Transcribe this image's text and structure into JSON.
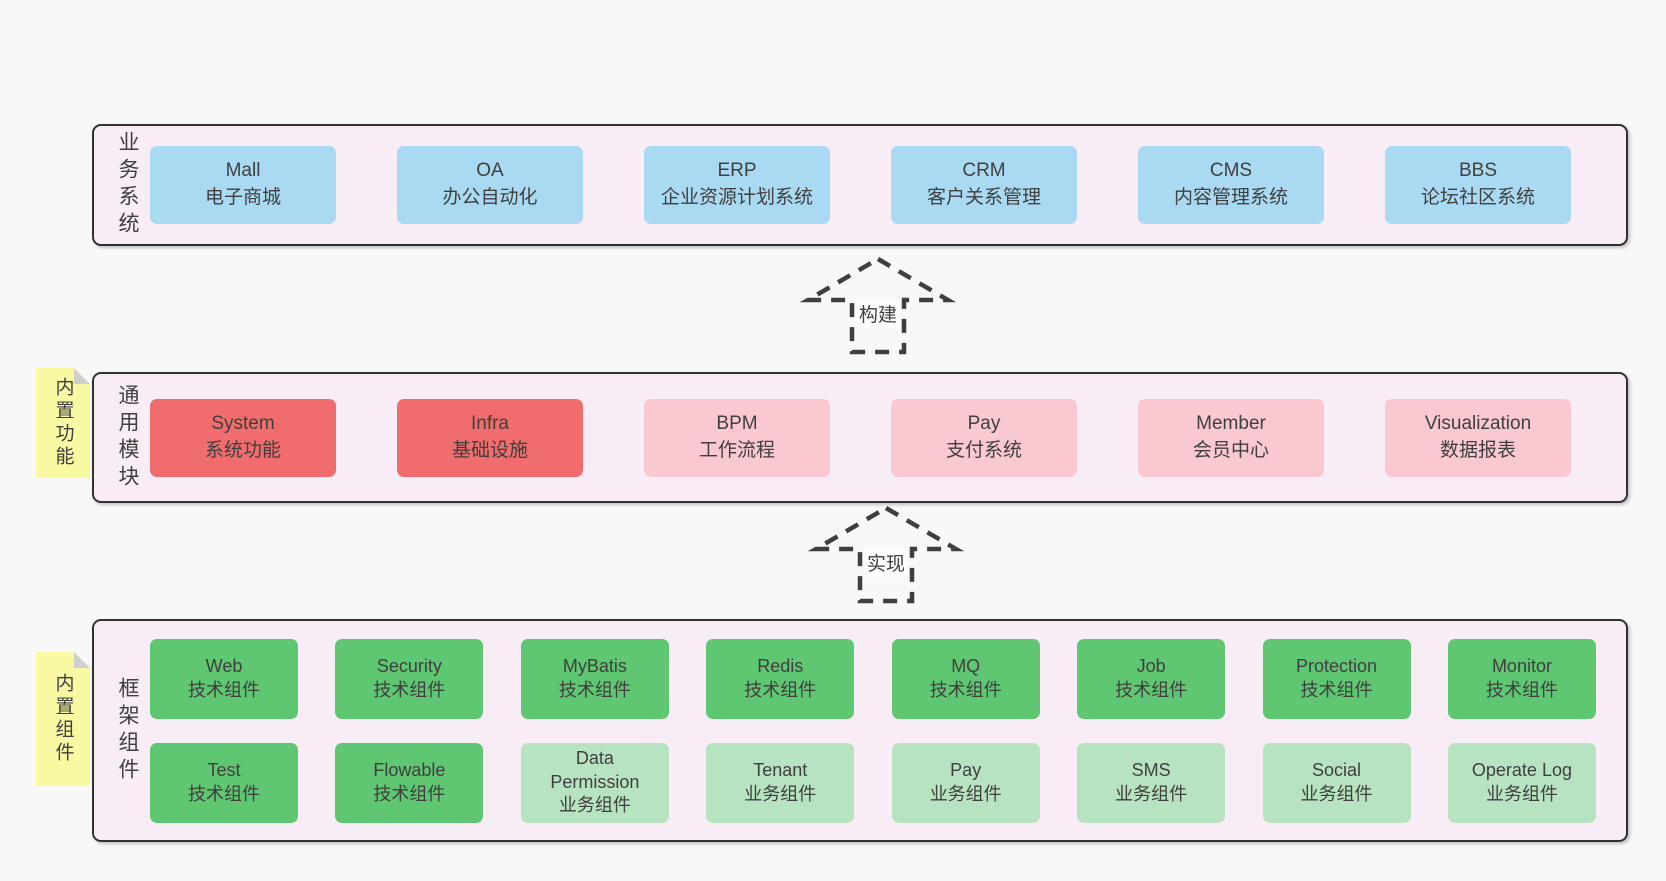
{
  "colors": {
    "pageBg": "#f8f8f8",
    "panelBg": "#f8edf6",
    "line": "#323232",
    "ink": "#3f3f3f",
    "noteYellow": "#f8f9a2",
    "foldGray": "#cfcfcf",
    "blue": "#aadaf2",
    "red": "#f16d6d",
    "pink": "#f9c8d1",
    "green": "#5fc672",
    "lightGreen": "#b7e3c0"
  },
  "arrows": [
    {
      "label": "构建"
    },
    {
      "label": "实现"
    }
  ],
  "layers": [
    {
      "label": "业务系统",
      "boxes": [
        {
          "title": "Mall",
          "subtitle": "电子商城",
          "variant": "blue"
        },
        {
          "title": "OA",
          "subtitle": "办公自动化",
          "variant": "blue"
        },
        {
          "title": "ERP",
          "subtitle": "企业资源计划系统",
          "variant": "blue"
        },
        {
          "title": "CRM",
          "subtitle": "客户关系管理",
          "variant": "blue"
        },
        {
          "title": "CMS",
          "subtitle": "内容管理系统",
          "variant": "blue"
        },
        {
          "title": "BBS",
          "subtitle": "论坛社区系统",
          "variant": "blue"
        }
      ]
    },
    {
      "label": "通用模块",
      "note": "内置功能",
      "boxes": [
        {
          "title": "System",
          "subtitle": "系统功能",
          "variant": "red"
        },
        {
          "title": "Infra",
          "subtitle": "基础设施",
          "variant": "red"
        },
        {
          "title": "BPM",
          "subtitle": "工作流程",
          "variant": "pink"
        },
        {
          "title": "Pay",
          "subtitle": "支付系统",
          "variant": "pink"
        },
        {
          "title": "Member",
          "subtitle": "会员中心",
          "variant": "pink"
        },
        {
          "title": "Visualization",
          "subtitle": "数据报表",
          "variant": "pink"
        }
      ]
    },
    {
      "label": "框架组件",
      "note": "内置组件",
      "boxes": [
        {
          "title": "Web",
          "subtitle": "技术组件",
          "variant": "green"
        },
        {
          "title": "Security",
          "subtitle": "技术组件",
          "variant": "green"
        },
        {
          "title": "MyBatis",
          "subtitle": "技术组件",
          "variant": "green"
        },
        {
          "title": "Redis",
          "subtitle": "技术组件",
          "variant": "green"
        },
        {
          "title": "MQ",
          "subtitle": "技术组件",
          "variant": "green"
        },
        {
          "title": "Job",
          "subtitle": "技术组件",
          "variant": "green"
        },
        {
          "title": "Protection",
          "subtitle": "技术组件",
          "variant": "green"
        },
        {
          "title": "Monitor",
          "subtitle": "技术组件",
          "variant": "green"
        },
        {
          "title": "Test",
          "subtitle": "技术组件",
          "variant": "green"
        },
        {
          "title": "Flowable",
          "subtitle": "技术组件",
          "variant": "green"
        },
        {
          "title": "Data Permission",
          "subtitle": "业务组件",
          "variant": "lightGreen"
        },
        {
          "title": "Tenant",
          "subtitle": "业务组件",
          "variant": "lightGreen"
        },
        {
          "title": "Pay",
          "subtitle": "业务组件",
          "variant": "lightGreen"
        },
        {
          "title": "SMS",
          "subtitle": "业务组件",
          "variant": "lightGreen"
        },
        {
          "title": "Social",
          "subtitle": "业务组件",
          "variant": "lightGreen"
        },
        {
          "title": "Operate Log",
          "subtitle": "业务组件",
          "variant": "lightGreen"
        }
      ]
    }
  ]
}
